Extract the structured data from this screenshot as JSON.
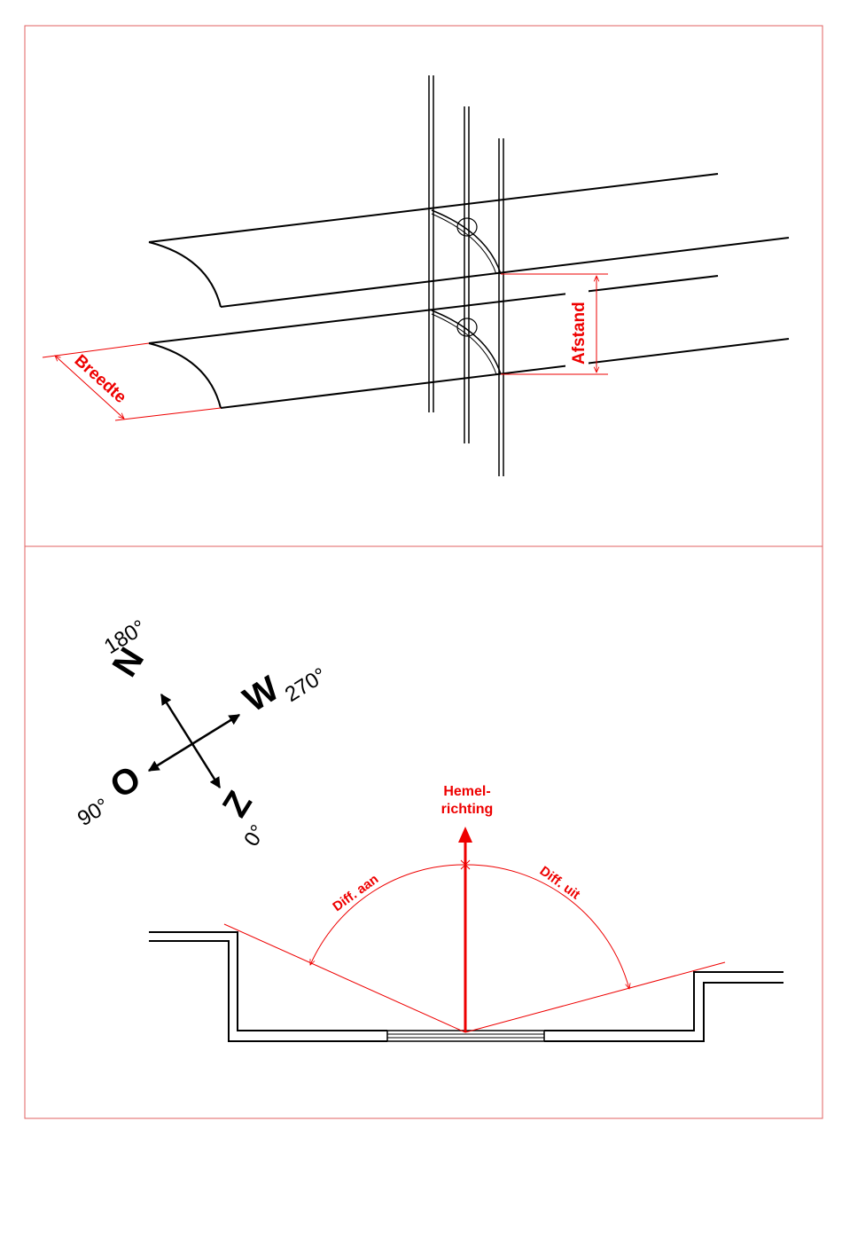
{
  "colors": {
    "frame": "#e06060",
    "annotation": "#ee0000",
    "line": "#000000"
  },
  "panel_top": {
    "width_label": "Breedte",
    "distance_label": "Afstand"
  },
  "panel_bottom": {
    "compass": {
      "north_top": "N",
      "north_top_deg": "180°",
      "west": "W",
      "west_deg": "270°",
      "east": "O",
      "east_deg": "90°",
      "north_bottom": "Z",
      "north_bottom_deg": "0°"
    },
    "heading_line1": "Hemel-",
    "heading_line2": "richting",
    "diff_in": "Diff. aan",
    "diff_out": "Diff. uit"
  }
}
